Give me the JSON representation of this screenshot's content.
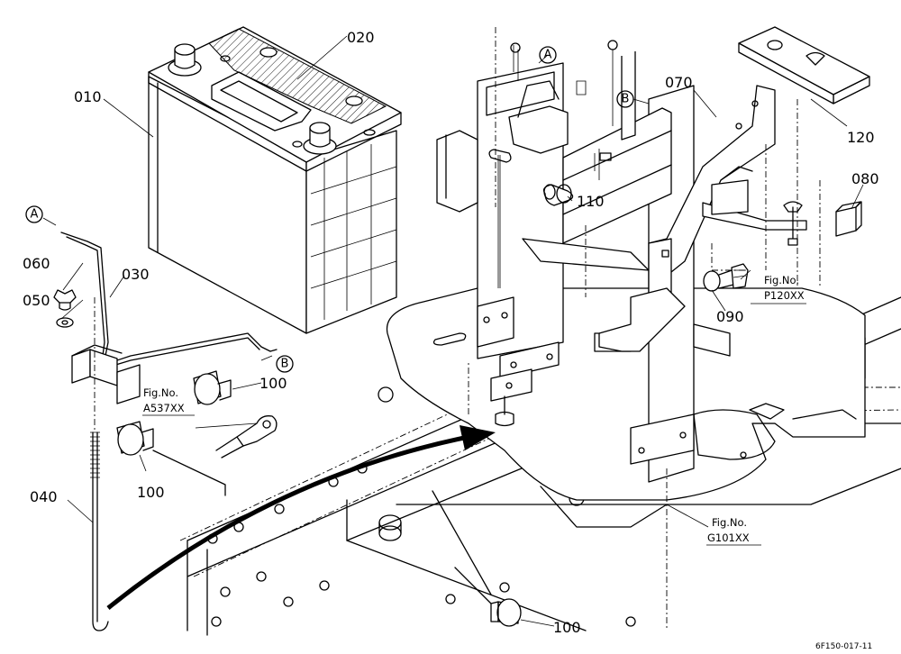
{
  "parts": {
    "p010": "010",
    "p020": "020",
    "p030": "030",
    "p040": "040",
    "p050": "050",
    "p060": "060",
    "p070": "070",
    "p080": "080",
    "p090": "090",
    "p100": "100",
    "p110": "110",
    "p120": "120"
  },
  "connectors": {
    "a": "A",
    "b": "B"
  },
  "references": {
    "fig_label": "Fig.No.",
    "a537": "A537XX",
    "p120": "P120XX",
    "g101": "G101XX"
  },
  "drawing_code": "6F150-017-11"
}
